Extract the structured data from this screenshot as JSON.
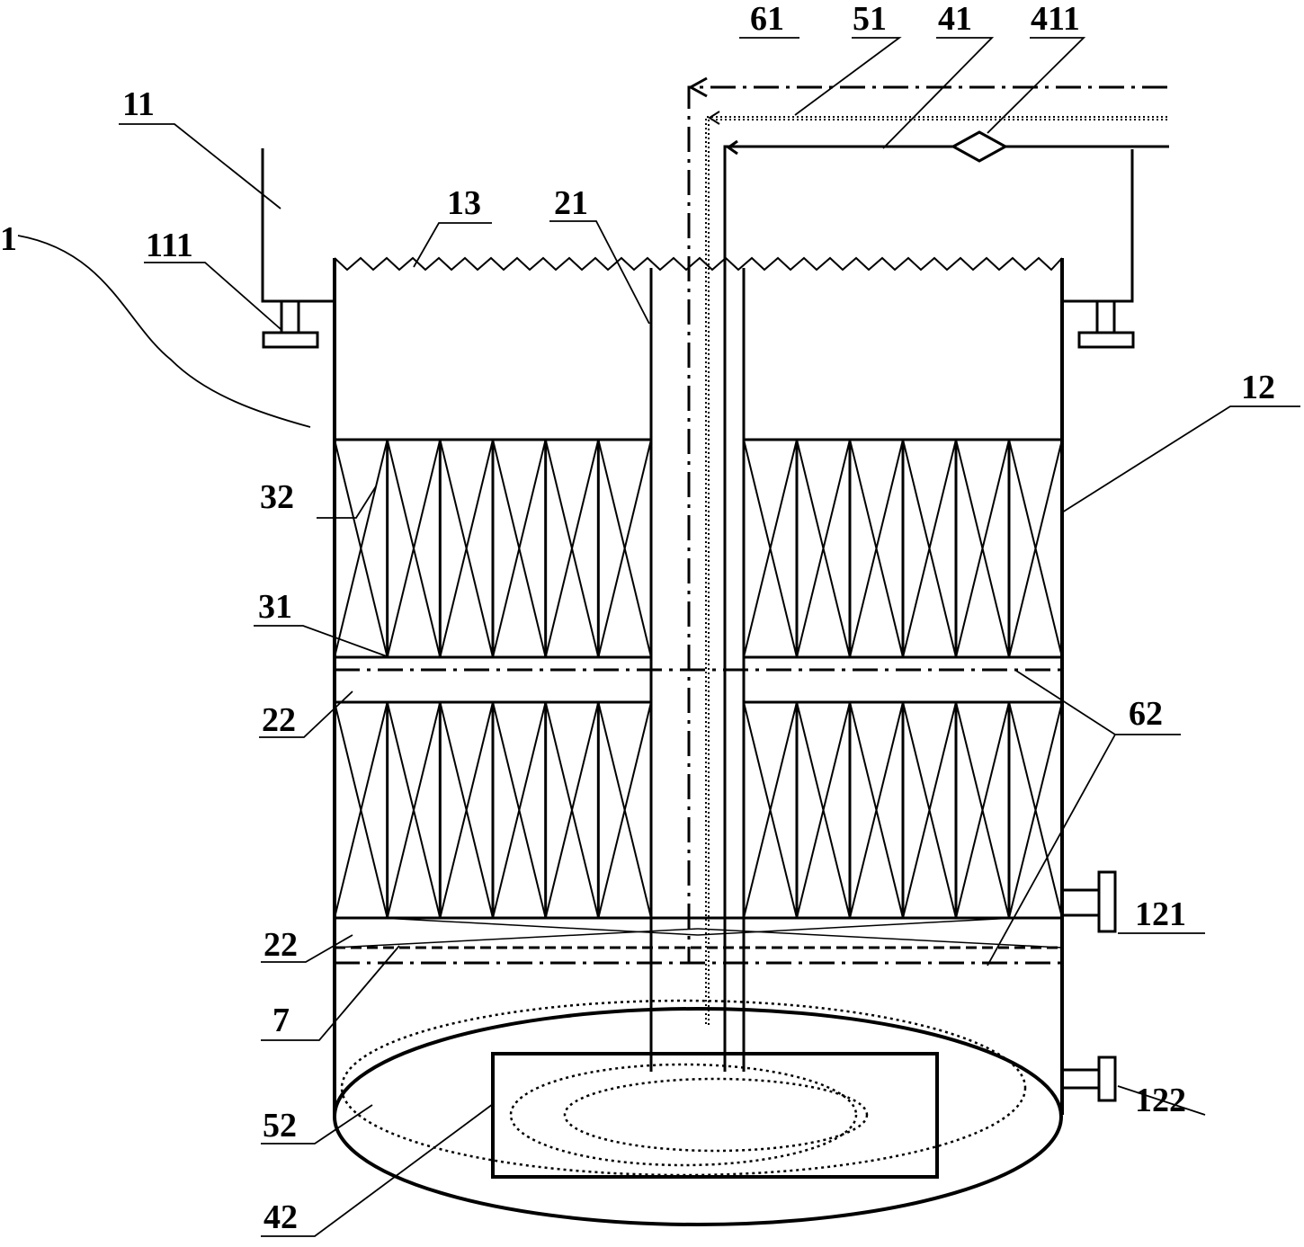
{
  "diagram": {
    "labels": {
      "l1": "1",
      "l11": "11",
      "l111": "111",
      "l13": "13",
      "l21": "21",
      "l61": "61",
      "l51": "51",
      "l41": "41",
      "l411": "411",
      "l12": "12",
      "l32": "32",
      "l31": "31",
      "l22a": "22",
      "l62": "62",
      "l121": "121",
      "l22b": "22",
      "l7": "7",
      "l122": "122",
      "l52": "52",
      "l42": "42"
    },
    "colors": {
      "line": "#000000",
      "background": "#ffffff"
    }
  }
}
